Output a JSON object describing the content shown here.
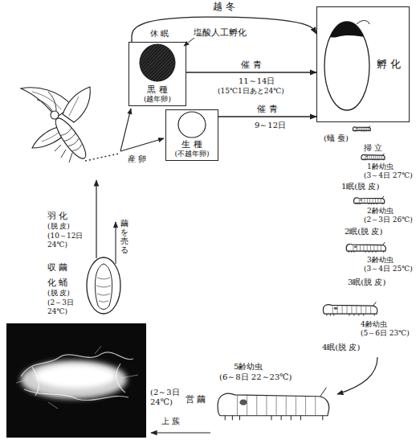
{
  "diagram": {
    "nodes": [
      {
        "text": [
          "黒 種",
          "(越年卵)"
        ]
      },
      {
        "text": [
          "生 種",
          "(不越年卵)"
        ]
      },
      {
        "text": [
          "孵 化"
        ]
      }
    ],
    "edges": [
      {
        "from": 0,
        "to": 2,
        "arrow": "to",
        "label": "越 冬"
      },
      {
        "from": 0,
        "to": 2,
        "arrow": "to",
        "label": "催 青"
      },
      {
        "from": 1,
        "to": 2,
        "arrow": "to",
        "label": "催 青"
      }
    ],
    "labels": [
      "休 眠",
      "塩酸人工孵化",
      "11～14日",
      "(15℃1日あと24℃)",
      "9～12日",
      "(蟻 蚕)",
      "掃 立",
      "1齢幼虫",
      "(3～4日 27℃)",
      "1眠(脱 皮)",
      "2齢幼虫",
      "(2～3日 26℃)",
      "2眠(脱 皮)",
      "3齢幼虫",
      "(3～4日 25℃)",
      "3眠(脱 皮)",
      "4齢幼虫",
      "(5～6日 23℃)",
      "4眠(脱 皮)",
      "5齢幼虫",
      "(6～8日 22～23℃)",
      "上 蔟",
      "(2～3日 24℃)",
      "営 繭",
      "化 蛹",
      "(脱 皮)",
      "(2～3日 24℃)",
      "収 繭",
      "繭を売る",
      "羽 化",
      "(脱 皮)",
      "(10～12日 24℃)",
      "産 卵"
    ]
  }
}
